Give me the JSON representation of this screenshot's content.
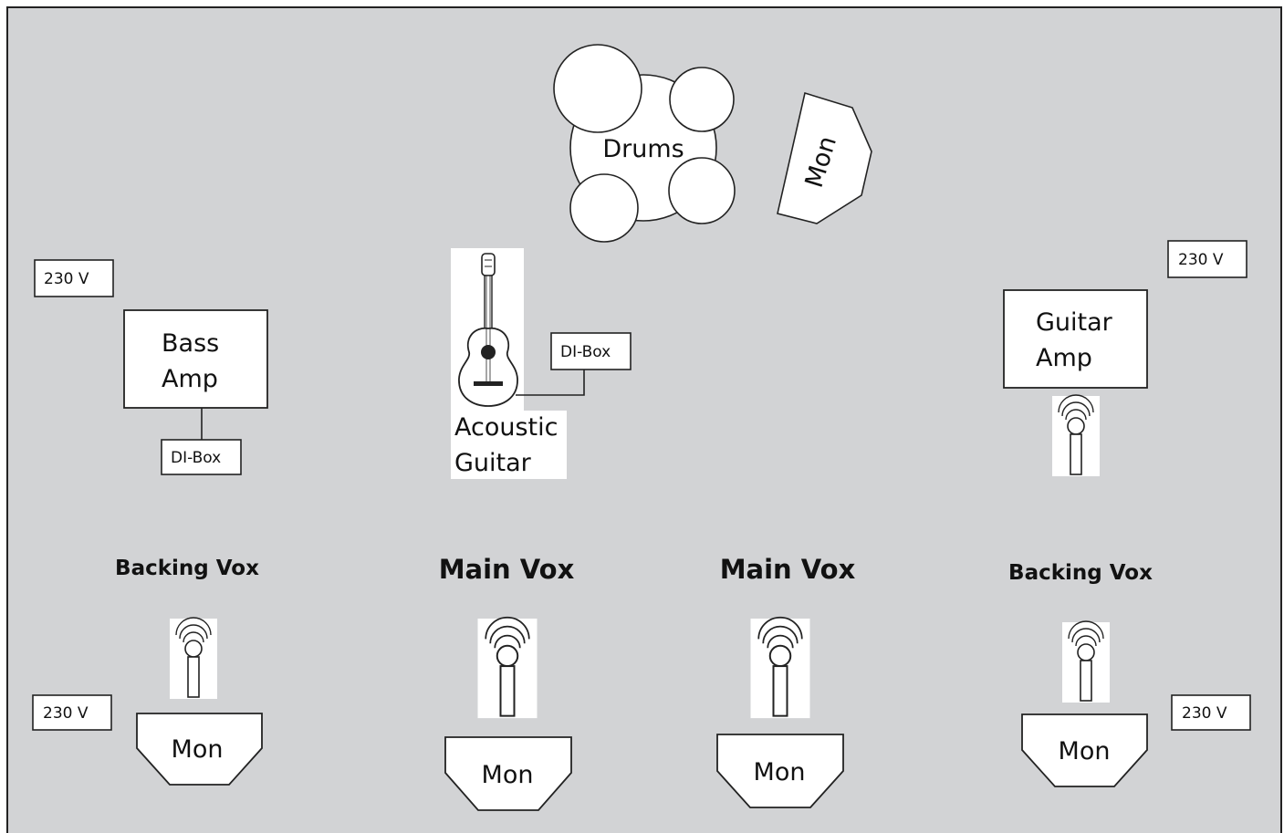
{
  "colors": {
    "stage_background": "#d2d3d5",
    "outline": "#222222",
    "box_fill": "#ffffff"
  },
  "power": {
    "left_top": "230 V",
    "right_top": "230 V",
    "left_bottom": "230 V",
    "right_bottom": "230 V"
  },
  "drums": {
    "label": "Drums"
  },
  "drum_monitor": {
    "label": "Mon"
  },
  "bass_amp": {
    "line1": "Bass",
    "line2": "Amp"
  },
  "bass_di": {
    "label": "DI-Box"
  },
  "acoustic": {
    "line1": "Acoustic",
    "line2": "Guitar",
    "icon": "acoustic-guitar-icon"
  },
  "acoustic_di": {
    "label": "DI-Box"
  },
  "guitar_amp": {
    "line1": "Guitar",
    "line2": "Amp"
  },
  "vocals": [
    {
      "label": "Backing Vox",
      "monitor": "Mon"
    },
    {
      "label": "Main Vox",
      "monitor": "Mon"
    },
    {
      "label": "Main Vox",
      "monitor": "Mon"
    },
    {
      "label": "Backing Vox",
      "monitor": "Mon"
    }
  ],
  "icons": {
    "microphone": "microphone-icon"
  }
}
